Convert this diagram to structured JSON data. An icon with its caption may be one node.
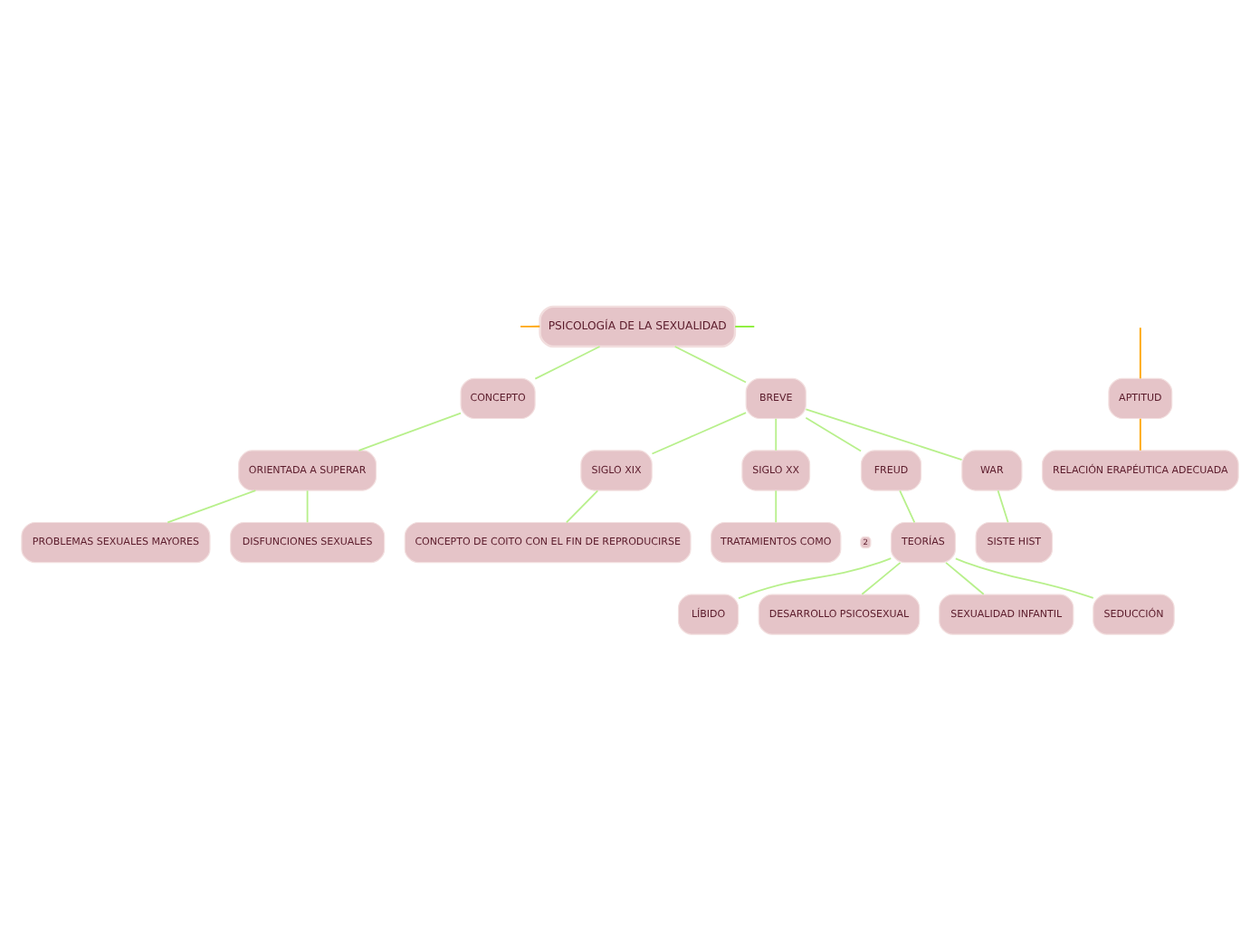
{
  "diagram": {
    "nodes": [
      {
        "text": [
          "PSICOLOGÍA DE LA SEXUALIDAD"
        ]
      },
      {
        "text": [
          "CONCEPTO"
        ]
      },
      {
        "text": [
          "ORIENTADA A SUPERAR"
        ]
      },
      {
        "text": [
          "PROBLEMAS SEXUALES MAYORES"
        ]
      },
      {
        "text": [
          "DISFUNCIONES SEXUALES"
        ]
      },
      {
        "text": [
          "BREVE"
        ]
      },
      {
        "text": [
          "SIGLO XIX"
        ]
      },
      {
        "text": [
          "CONCEPTO DE COITO CON EL FIN DE REPRODUCIRSE"
        ]
      },
      {
        "text": [
          "SIGLO XX"
        ]
      },
      {
        "text": [
          "TRATAMIENTOS COMO"
        ],
        "beside": [
          "2"
        ]
      },
      {
        "text": [
          "FREUD"
        ]
      },
      {
        "text": [
          "TEORÍAS"
        ]
      },
      {
        "text": [
          "LÍBIDO"
        ]
      },
      {
        "text": [
          "DESARROLLO PSICOSEXUAL"
        ]
      },
      {
        "text": [
          "SEXUALIDAD INFANTIL"
        ]
      },
      {
        "text": [
          "SEDUCCIÓN"
        ]
      },
      {
        "text": [
          "WAR"
        ]
      },
      {
        "text": [
          "SISTE HIST"
        ]
      },
      {
        "text": [
          "APTITUD"
        ]
      },
      {
        "text": [
          "RELACIÓN ERAPÉUTICA ADECUADA"
        ]
      }
    ],
    "edges": [
      {
        "from": 0,
        "to": null,
        "arrow": "none",
        "color": "#ffa500"
      },
      {
        "from": 0,
        "to": null,
        "arrow": "none",
        "color": "#88ee33"
      },
      {
        "from": 0,
        "to": 1,
        "arrow": "none"
      },
      {
        "from": 0,
        "to": 5,
        "arrow": "none"
      },
      {
        "from": 1,
        "to": 2,
        "arrow": "none"
      },
      {
        "from": 2,
        "to": 3,
        "arrow": "none"
      },
      {
        "from": 2,
        "to": 4,
        "arrow": "none"
      },
      {
        "from": 5,
        "to": 6,
        "arrow": "none"
      },
      {
        "from": 5,
        "to": 8,
        "arrow": "none"
      },
      {
        "from": 5,
        "to": 10,
        "arrow": "none"
      },
      {
        "from": 5,
        "to": 16,
        "arrow": "none"
      },
      {
        "from": 6,
        "to": 7,
        "arrow": "none"
      },
      {
        "from": 8,
        "to": 9,
        "arrow": "none"
      },
      {
        "from": 10,
        "to": 11,
        "arrow": "none"
      },
      {
        "from": 11,
        "to": 12,
        "arrow": "none"
      },
      {
        "from": 11,
        "to": 13,
        "arrow": "none"
      },
      {
        "from": 11,
        "to": 14,
        "arrow": "none"
      },
      {
        "from": 11,
        "to": 15,
        "arrow": "none"
      },
      {
        "from": 16,
        "to": 17,
        "arrow": "none"
      },
      {
        "from": null,
        "to": 18,
        "arrow": "none",
        "color": "#ffa500"
      },
      {
        "from": 18,
        "to": 19,
        "arrow": "none",
        "color": "#ffa500"
      }
    ]
  }
}
